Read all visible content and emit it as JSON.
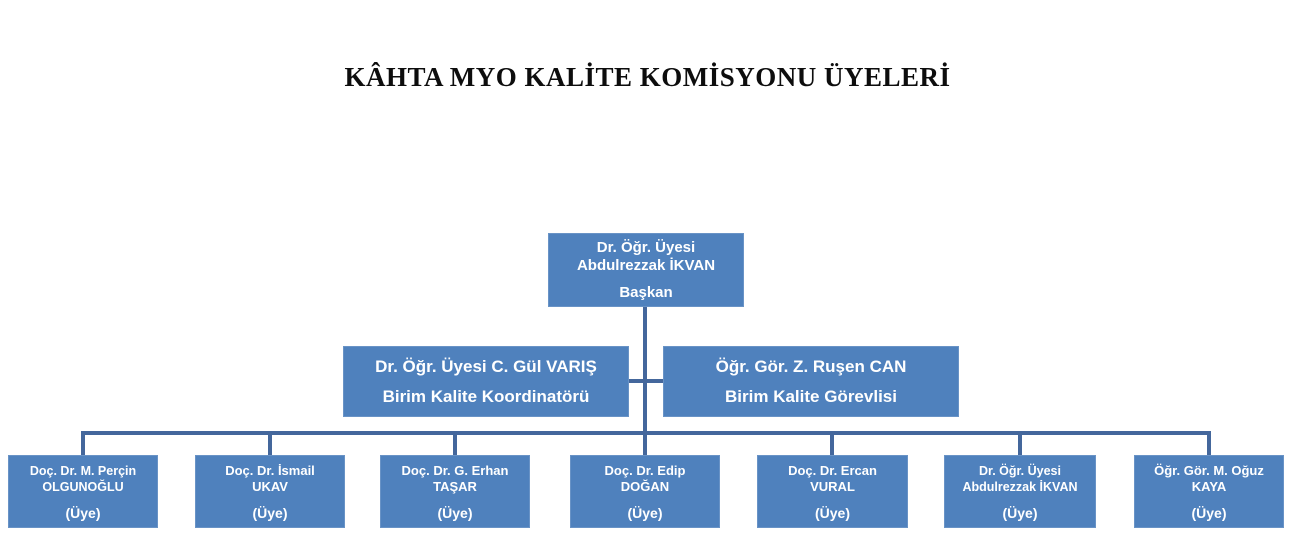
{
  "title": "KÂHTA MYO KALİTE KOMİSYONU ÜYELERİ",
  "colors": {
    "box_fill": "#4f81bd",
    "box_text": "#ffffff",
    "connector": "#44679c",
    "background": "#ffffff",
    "title_text": "#0d0d0d"
  },
  "org_chart": {
    "chairman": {
      "name_lines": [
        "Dr. Öğr. Üyesi",
        "Abdulrezzak İKVAN"
      ],
      "role": "Başkan"
    },
    "coordinators": [
      {
        "name": "Dr. Öğr. Üyesi C. Gül VARIŞ",
        "role": "Birim Kalite Koordinatörü"
      },
      {
        "name": "Öğr. Gör. Z. Ruşen CAN",
        "role": "Birim Kalite Görevlisi"
      }
    ],
    "members": [
      {
        "name_lines": [
          "Doç. Dr. M. Perçin",
          "OLGUNOĞLU"
        ],
        "role": "(Üye)"
      },
      {
        "name_lines": [
          "Doç. Dr. İsmail",
          "UKAV"
        ],
        "role": "(Üye)"
      },
      {
        "name_lines": [
          "Doç. Dr. G. Erhan",
          "TAŞAR"
        ],
        "role": "(Üye)"
      },
      {
        "name_lines": [
          "Doç. Dr. Edip",
          "DOĞAN"
        ],
        "role": "(Üye)"
      },
      {
        "name_lines": [
          "Doç. Dr. Ercan",
          "VURAL"
        ],
        "role": "(Üye)"
      },
      {
        "name_lines": [
          "Dr. Öğr. Üyesi",
          "Abdulrezzak İKVAN"
        ],
        "role": "(Üye)"
      },
      {
        "name_lines": [
          "Öğr. Gör. M. Oğuz",
          "KAYA"
        ],
        "role": "(Üye)"
      }
    ]
  }
}
